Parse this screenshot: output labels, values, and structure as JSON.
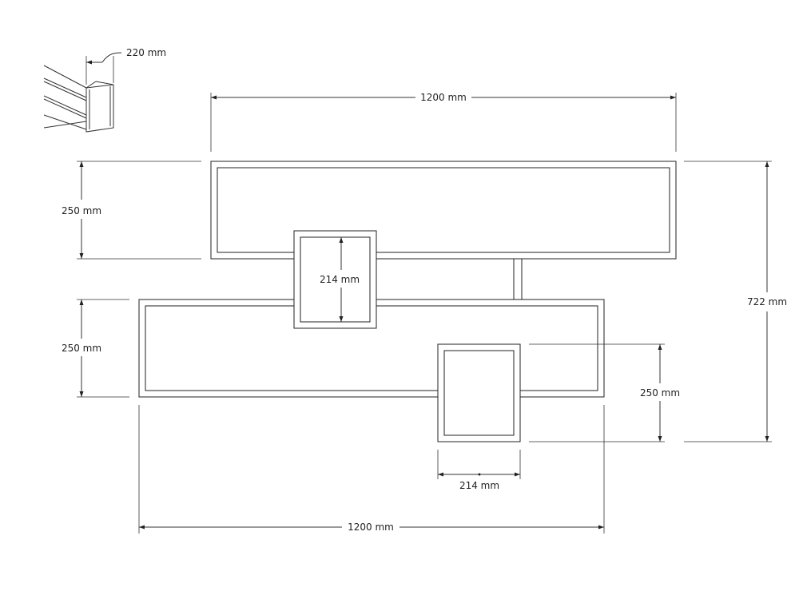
{
  "dimensions": {
    "depth": "220 mm",
    "top_width": "1200 mm",
    "bottom_width": "1200 mm",
    "top_height": "250 mm",
    "middle_height": "250 mm",
    "right_height": "250 mm",
    "total_height": "722 mm",
    "cube_inner_height": "214 mm",
    "cube_width": "214 mm"
  },
  "colors": {
    "line": "#333333",
    "fill": "#ffffff"
  }
}
